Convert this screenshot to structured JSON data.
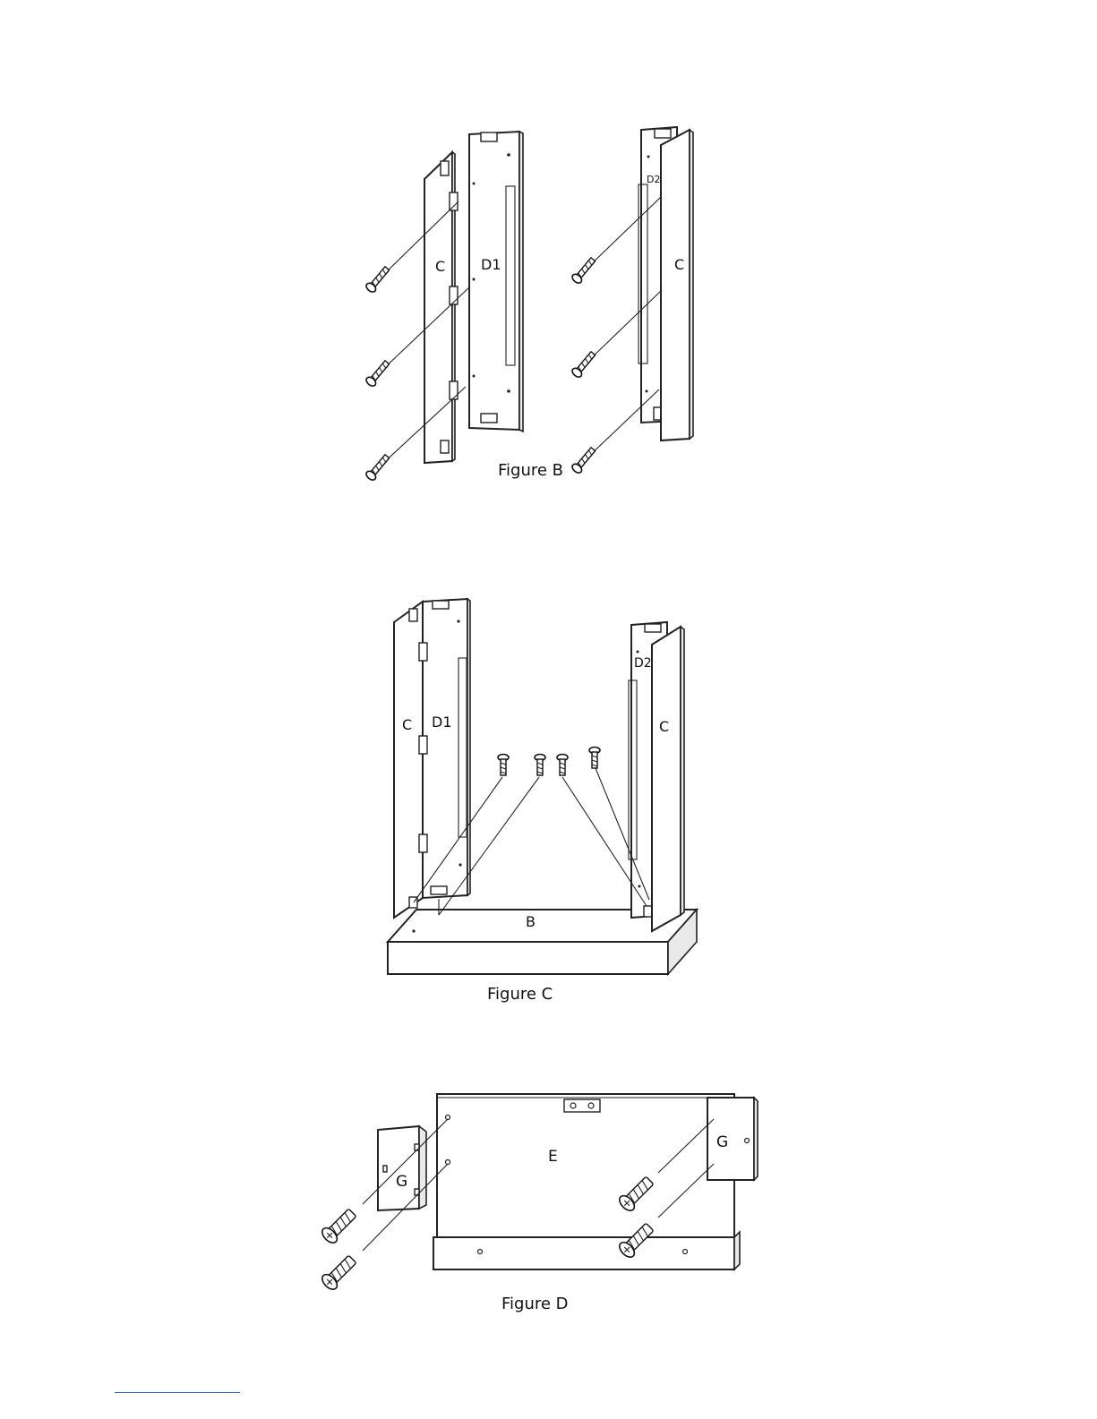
{
  "figures": [
    {
      "caption": "Figure B",
      "labels": {
        "left_side": "C",
        "left_back": "D1",
        "right_back": "D2",
        "right_side": "C"
      }
    },
    {
      "caption": "Figure C",
      "labels": {
        "left_side": "C",
        "left_back": "D1",
        "right_back": "D2",
        "right_side": "C",
        "base": "B"
      }
    },
    {
      "caption": "Figure D",
      "labels": {
        "panel": "E",
        "left_block": "G",
        "right_block": "G"
      }
    }
  ]
}
